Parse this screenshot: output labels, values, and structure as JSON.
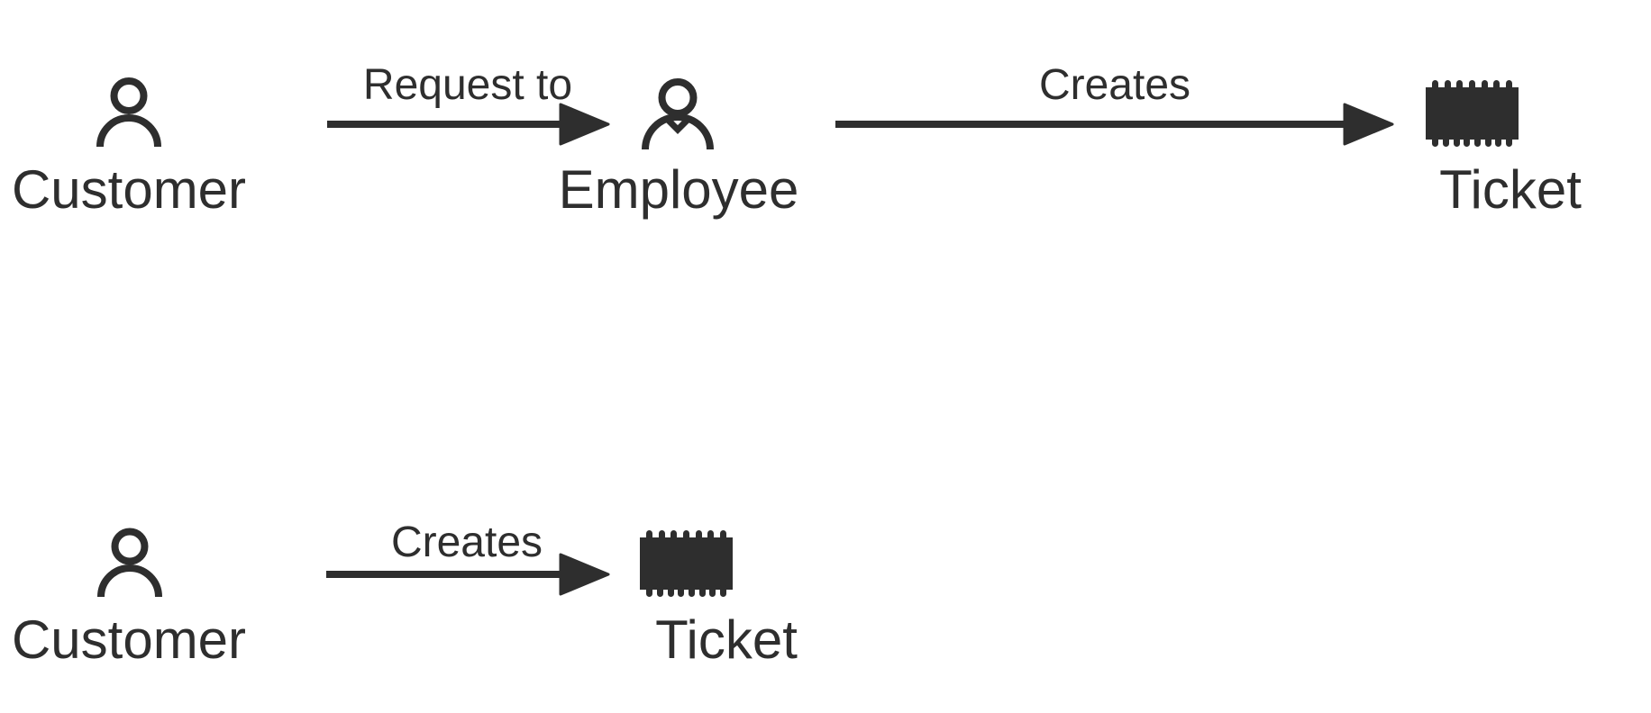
{
  "canvas": {
    "background_color": "#ffffff",
    "ink_color": "#2e2e2e"
  },
  "diagram": {
    "type": "flow",
    "rows": [
      {
        "nodes": [
          {
            "label": "Customer",
            "icon": "user-icon"
          },
          {
            "label": "Employee",
            "icon": "user-collar-icon"
          },
          {
            "label": "Ticket",
            "icon": "ticket-icon"
          }
        ],
        "edges": [
          {
            "label": "Request to",
            "from": "Customer",
            "to": "Employee"
          },
          {
            "label": "Creates",
            "from": "Employee",
            "to": "Ticket"
          }
        ]
      },
      {
        "nodes": [
          {
            "label": "Customer",
            "icon": "user-icon"
          },
          {
            "label": "Ticket",
            "icon": "ticket-icon"
          }
        ],
        "edges": [
          {
            "label": "Creates",
            "from": "Customer",
            "to": "Ticket"
          }
        ]
      }
    ]
  }
}
